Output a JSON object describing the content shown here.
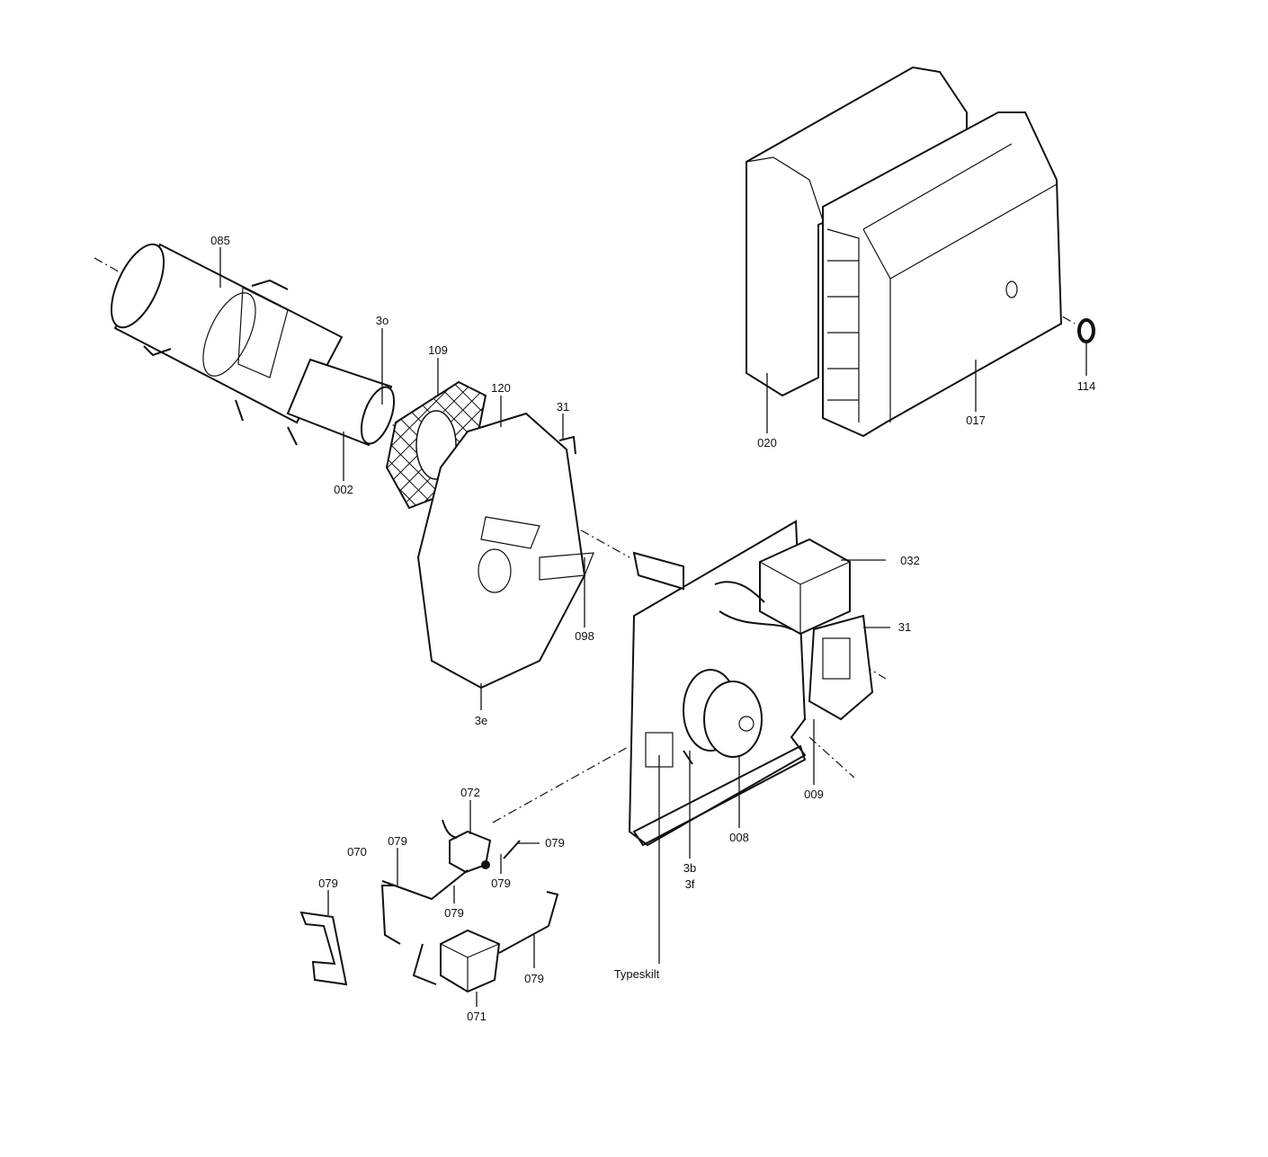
{
  "diagram": {
    "type": "exploded parts diagram",
    "labels": {
      "p085": "085",
      "p3o": "3o",
      "p109": "109",
      "p120": "120",
      "p31a": "31",
      "p002": "002",
      "p098": "098",
      "p3e": "3e",
      "p020": "020",
      "p017": "017",
      "p114": "114",
      "p032": "032",
      "p31b": "31",
      "p009": "009",
      "p008": "008",
      "p3b": "3b",
      "p3f": "3f",
      "p072": "072",
      "p070": "070",
      "p079a": "079",
      "p079b": "079",
      "p079c": "079",
      "p079d": "079",
      "p079e": "079",
      "p079f": "079",
      "p071": "071",
      "typeskilt": "Typeskilt"
    }
  }
}
